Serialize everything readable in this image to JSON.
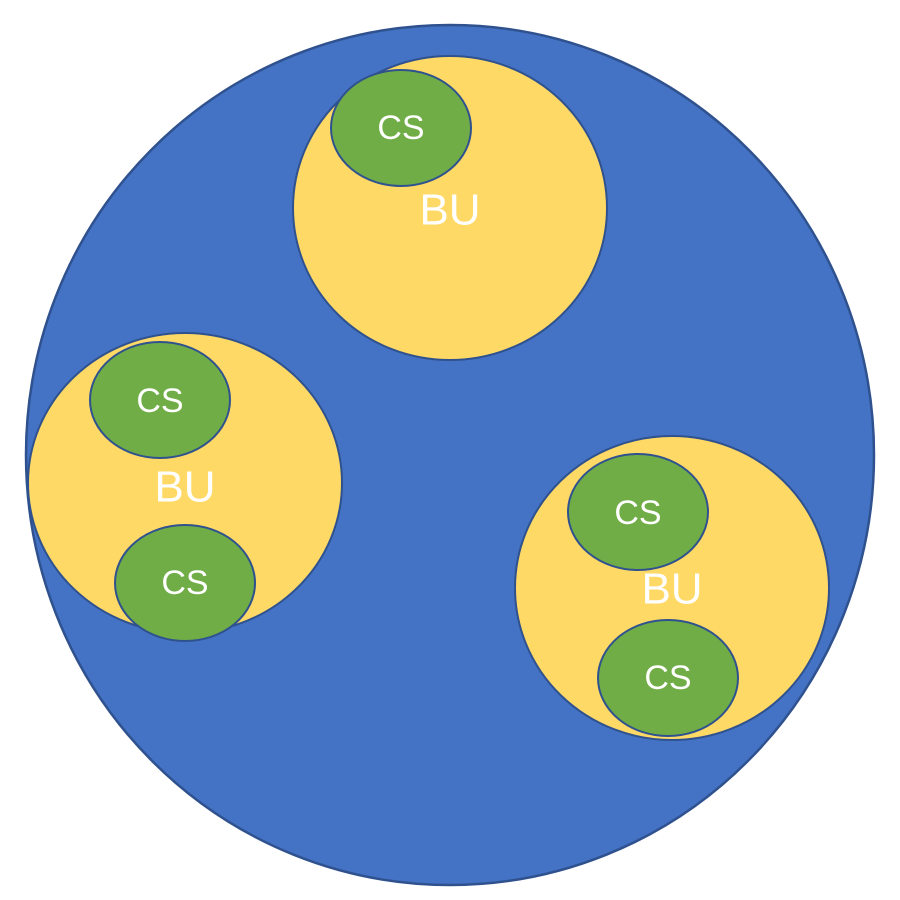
{
  "colors": {
    "outer_fill": "#4472C4",
    "outline": "#2F528F",
    "bu_fill": "#FFD966",
    "cs_fill": "#70AD47",
    "text": "#FFFFFF"
  },
  "groups": [
    {
      "label": "BU",
      "children": [
        {
          "label": "CS"
        }
      ]
    },
    {
      "label": "BU",
      "children": [
        {
          "label": "CS"
        },
        {
          "label": "CS"
        }
      ]
    },
    {
      "label": "BU",
      "children": [
        {
          "label": "CS"
        },
        {
          "label": "CS"
        }
      ]
    }
  ]
}
